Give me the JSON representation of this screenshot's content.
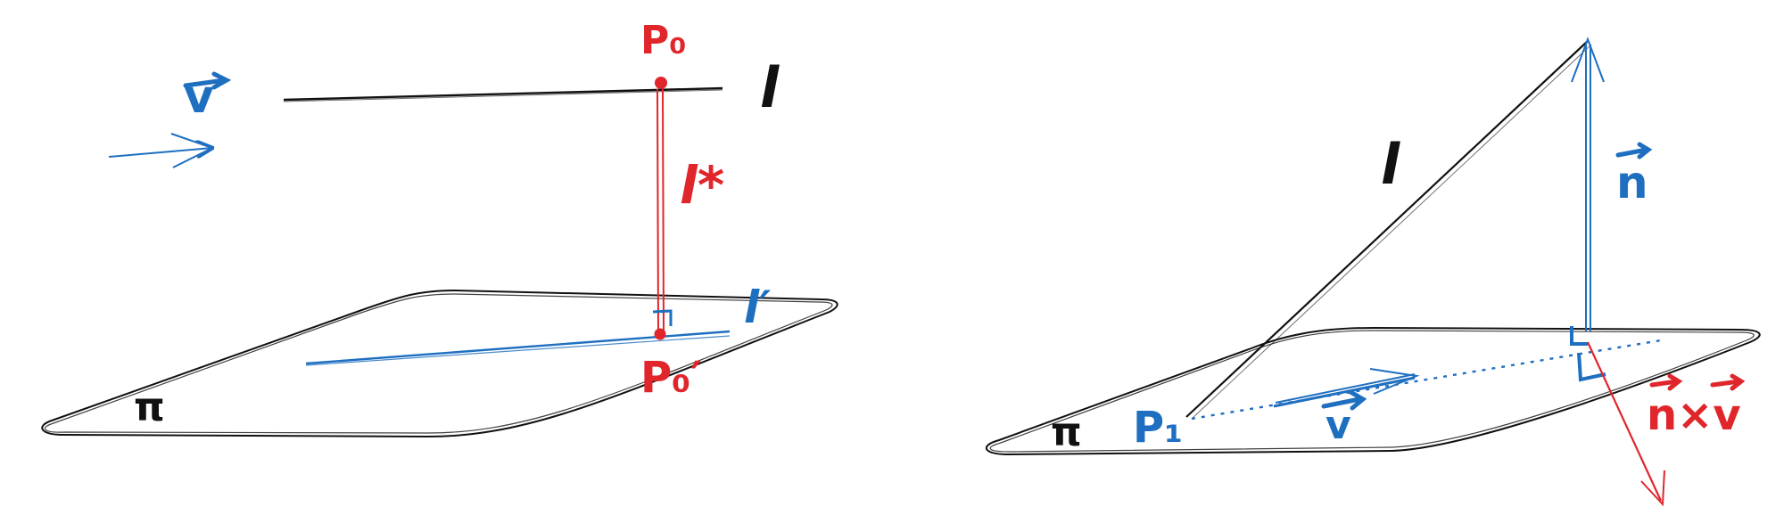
{
  "colors": {
    "ink": "#111111",
    "blue": "#1f6fc0",
    "red": "#e0262b",
    "background": "#ffffff"
  },
  "left_diagram": {
    "point_p0": "P₀",
    "line_l": "l",
    "vector_v": "v",
    "line_l_star": "l*",
    "line_l_prime": "l′",
    "point_p0_prime": "P₀′",
    "plane_pi": "π"
  },
  "right_diagram": {
    "line_l": "l",
    "vector_n": "n",
    "point_p1": "P₁",
    "vector_v": "v",
    "cross_product": "n×v",
    "plane_pi": "π"
  }
}
